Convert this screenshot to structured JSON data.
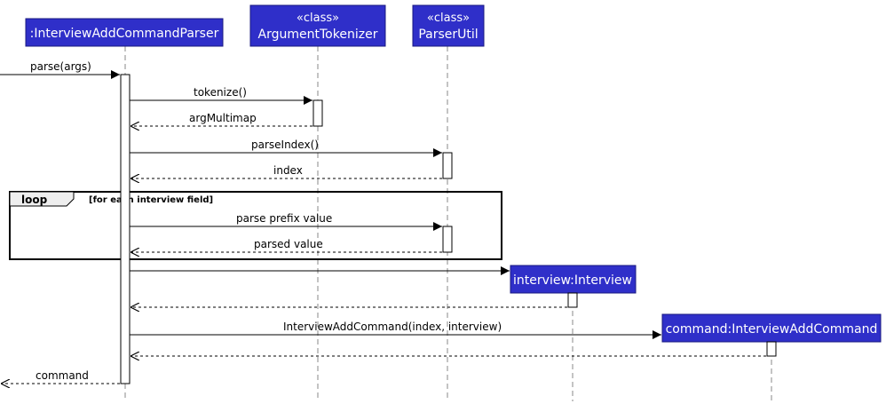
{
  "participants": {
    "parser": {
      "name": ":InterviewAddCommandParser"
    },
    "tokenizer": {
      "stereotype": "«class»",
      "name": "ArgumentTokenizer"
    },
    "util": {
      "stereotype": "«class»",
      "name": "ParserUtil"
    },
    "interview": {
      "name": "interview:Interview"
    },
    "command": {
      "name": "command:InterviewAddCommand"
    }
  },
  "messages": {
    "parse": "parse(args)",
    "tokenize": "tokenize()",
    "arg_multimap": "argMultimap",
    "parse_index": "parseIndex()",
    "index": "index",
    "parse_prefix": "parse prefix value",
    "parsed_value": "parsed value",
    "create_command": "InterviewAddCommand(index, interview)",
    "return_command": "command"
  },
  "loop": {
    "title": "loop",
    "guard": "[for each interview field]"
  },
  "colors": {
    "participant_fill": "#2f2fc9",
    "participant_border": "#181880",
    "line": "#000000",
    "lifeline": "#888888"
  }
}
